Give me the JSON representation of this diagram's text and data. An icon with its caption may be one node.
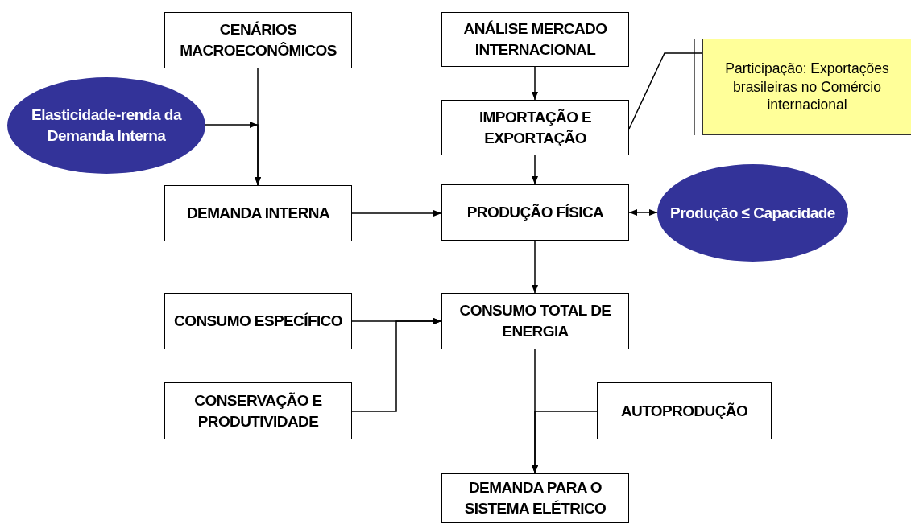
{
  "diagram": {
    "nodes": [
      {
        "text": [
          "CENÁRIOS MACROECONÔMICOS"
        ]
      },
      {
        "text": [
          "Elasticidade-renda da Demanda Interna"
        ]
      },
      {
        "text": [
          "DEMANDA INTERNA"
        ]
      },
      {
        "text": [
          "ANÁLISE MERCADO INTERNACIONAL"
        ]
      },
      {
        "text": [
          "IMPORTAÇÃO E EXPORTAÇÃO"
        ]
      },
      {
        "text": [
          "Participação: Exportações brasileiras no Comércio internacional"
        ]
      },
      {
        "text": [
          "PRODUÇÃO FÍSICA"
        ]
      },
      {
        "text": [
          "Produção ≤ Capacidade"
        ]
      },
      {
        "text": [
          "CONSUMO ESPECÍFICO"
        ]
      },
      {
        "text": [
          "CONSUMO TOTAL DE ENERGIA"
        ]
      },
      {
        "text": [
          "CONSERVAÇÃO E PRODUTIVIDADE"
        ]
      },
      {
        "text": [
          "AUTOPRODUÇÃO"
        ]
      },
      {
        "text": [
          "DEMANDA PARA O SISTEMA ELÉTRICO"
        ]
      }
    ],
    "edges": [
      {
        "from": 0,
        "to": 2,
        "arrow": "to"
      },
      {
        "from": 1,
        "to": 2,
        "arrow": "to"
      },
      {
        "from": 3,
        "to": 4,
        "arrow": "to"
      },
      {
        "from": 5,
        "to": 4,
        "arrow": "none"
      },
      {
        "from": 4,
        "to": 6,
        "arrow": "to"
      },
      {
        "from": 2,
        "to": 6,
        "arrow": "to"
      },
      {
        "from": 6,
        "to": 7,
        "arrow": "both"
      },
      {
        "from": 6,
        "to": 9,
        "arrow": "to"
      },
      {
        "from": 8,
        "to": 9,
        "arrow": "to"
      },
      {
        "from": 10,
        "to": 9,
        "arrow": "to"
      },
      {
        "from": 9,
        "to": 12,
        "arrow": "to"
      },
      {
        "from": 11,
        "to": 12,
        "arrow": "to"
      }
    ]
  }
}
